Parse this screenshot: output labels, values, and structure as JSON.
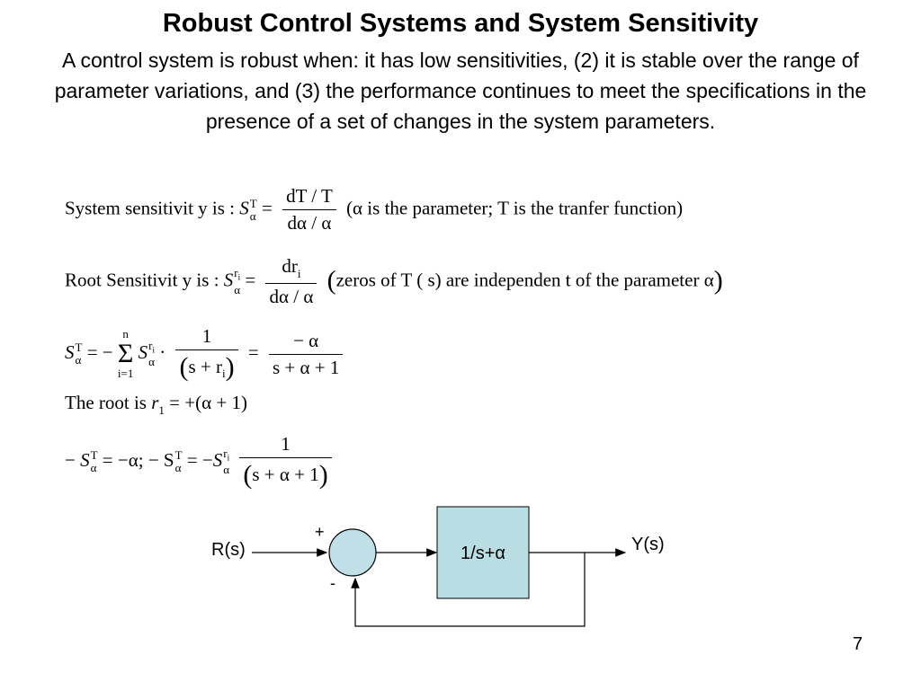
{
  "slide": {
    "title": "Robust Control Systems and System Sensitivity",
    "intro": "A control system is robust when: it has low sensitivities, (2) it is stable over the range of parameter variations, and (3) the performance continues to meet the specifications in the presence of a set of changes in the system parameters.",
    "page_number": "7"
  },
  "equations": {
    "eq1": {
      "label": "System sensitivit y is :",
      "num": "dT / T",
      "den": "dα / α",
      "note": "(α is  the parameter; T is  the tranfer function)"
    },
    "eq2": {
      "label": "Root Sensitivit y is :",
      "num": "dr",
      "num_sub": "i",
      "den": "dα / α",
      "note": "zeros of T ( s) are independen t of  the parameter α"
    },
    "eq3": {
      "sum_top": "n",
      "sum_bottom": "i=1",
      "frac1_num": "1",
      "frac1_den": "s + r",
      "frac2_num": "− α",
      "frac2_den": "s + α + 1"
    },
    "eq4": {
      "label": "The root is",
      "rhs": "= +(α + 1)"
    },
    "eq5": {
      "mid": "= −α; − S",
      "frac_num": "1",
      "frac_den": "s + α + 1"
    }
  },
  "diagram": {
    "input_label": "R(s)",
    "output_label": "Y(s)",
    "plus_sign": "+",
    "minus_sign": "-",
    "block_label": "1/s+α",
    "colors": {
      "summing_junction": "#bfe0e6",
      "block_fill": "#b8dde2",
      "line": "#000000"
    }
  }
}
